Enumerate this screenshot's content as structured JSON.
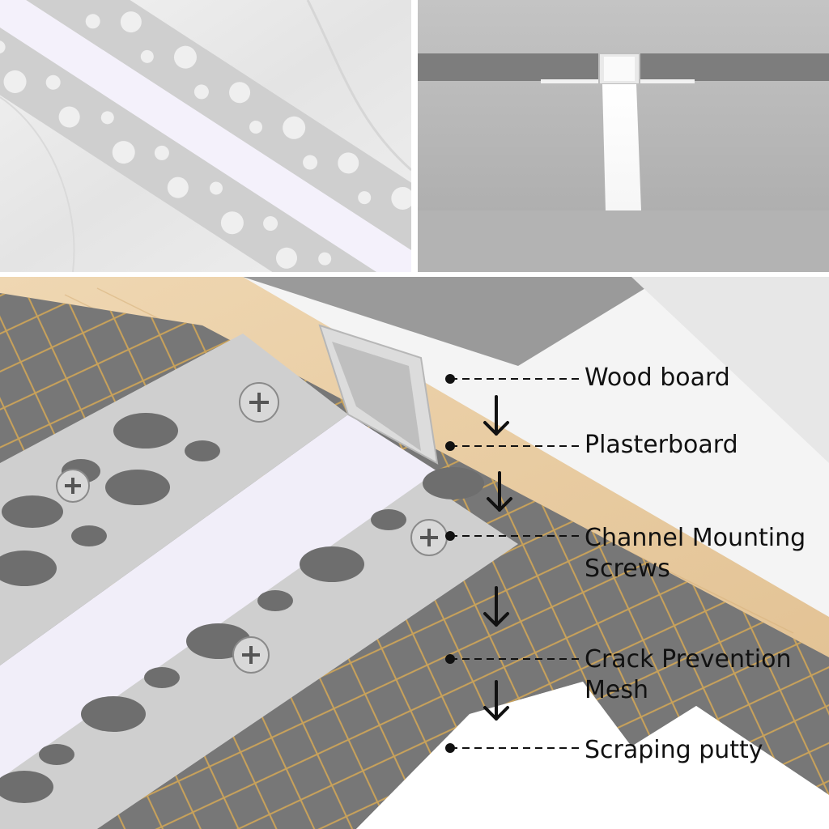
{
  "layers": [
    {
      "id": "wood",
      "label": "Wood board"
    },
    {
      "id": "plaster",
      "label": "Plasterboard"
    },
    {
      "id": "screws",
      "label_line1": "Channel Mounting",
      "label_line2": "Screws"
    },
    {
      "id": "mesh",
      "label_line1": "Crack Prevention",
      "label_line2": "Mesh"
    },
    {
      "id": "putty",
      "label": "Scraping putty"
    }
  ],
  "colors": {
    "aluminum": "#c8c8c8",
    "diffuser": "#f3f0fb",
    "wood": "#e9cfa6",
    "plaster": "#d2d2d2",
    "mesh": "#c9a25a",
    "putty": "#7a7a7a",
    "text": "#111111"
  },
  "icons": [
    "dot-marker-icon",
    "down-arrow-icon",
    "screw-head-icon"
  ]
}
